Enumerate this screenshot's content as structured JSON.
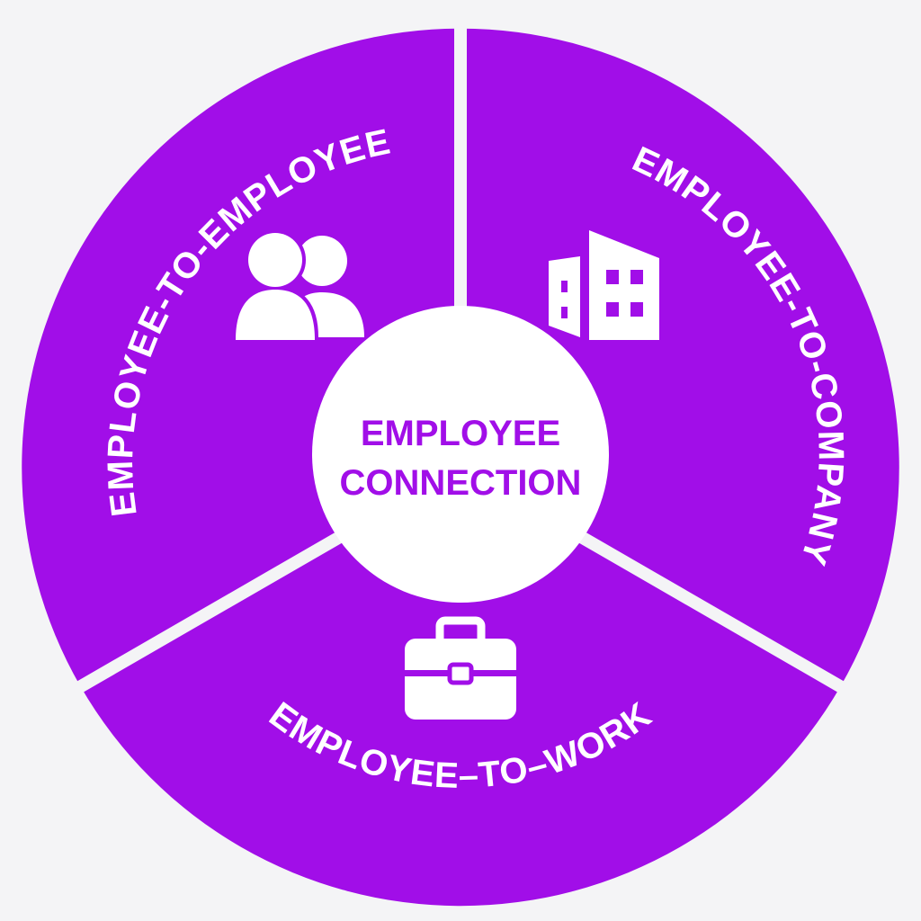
{
  "colors": {
    "segment_fill": "#a10ee8",
    "background": "#f4f4f6",
    "label_text": "#ffffff",
    "center_fill": "#ffffff",
    "center_text": "#a10ee8"
  },
  "center": {
    "line1": "EMPLOYEE",
    "line2": "CONNECTION"
  },
  "segments": [
    {
      "label": "EMPLOYEE-TO-EMPLOYEE",
      "icon": "people-icon"
    },
    {
      "label": "EMPLOYEE-TO-COMPANY",
      "icon": "building-icon"
    },
    {
      "label": "EMPLOYEE–TO–WORK",
      "icon": "briefcase-icon"
    }
  ]
}
